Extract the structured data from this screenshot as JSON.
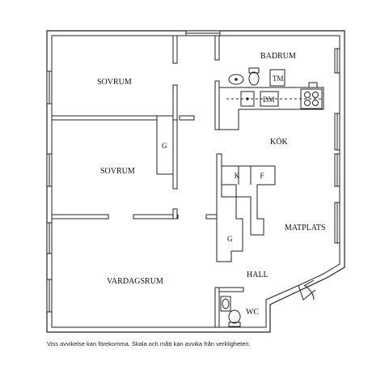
{
  "rooms": {
    "bedroom1": "SOVRUM",
    "bedroom2": "SOVRUM",
    "bathroom": "BADRUM",
    "kitchen": "KÖK",
    "dining": "MATPLATS",
    "living": "VARDAGSRUM",
    "hall": "HALL",
    "wc": "WC"
  },
  "fixtures": {
    "tm": "TM",
    "dm": "DM",
    "k": "K",
    "f": "F",
    "g1": "G",
    "g2": "G"
  },
  "disclaimer": "Viss avvikelse kan förekomma. Skala och mått kan avvika från verkligheten."
}
